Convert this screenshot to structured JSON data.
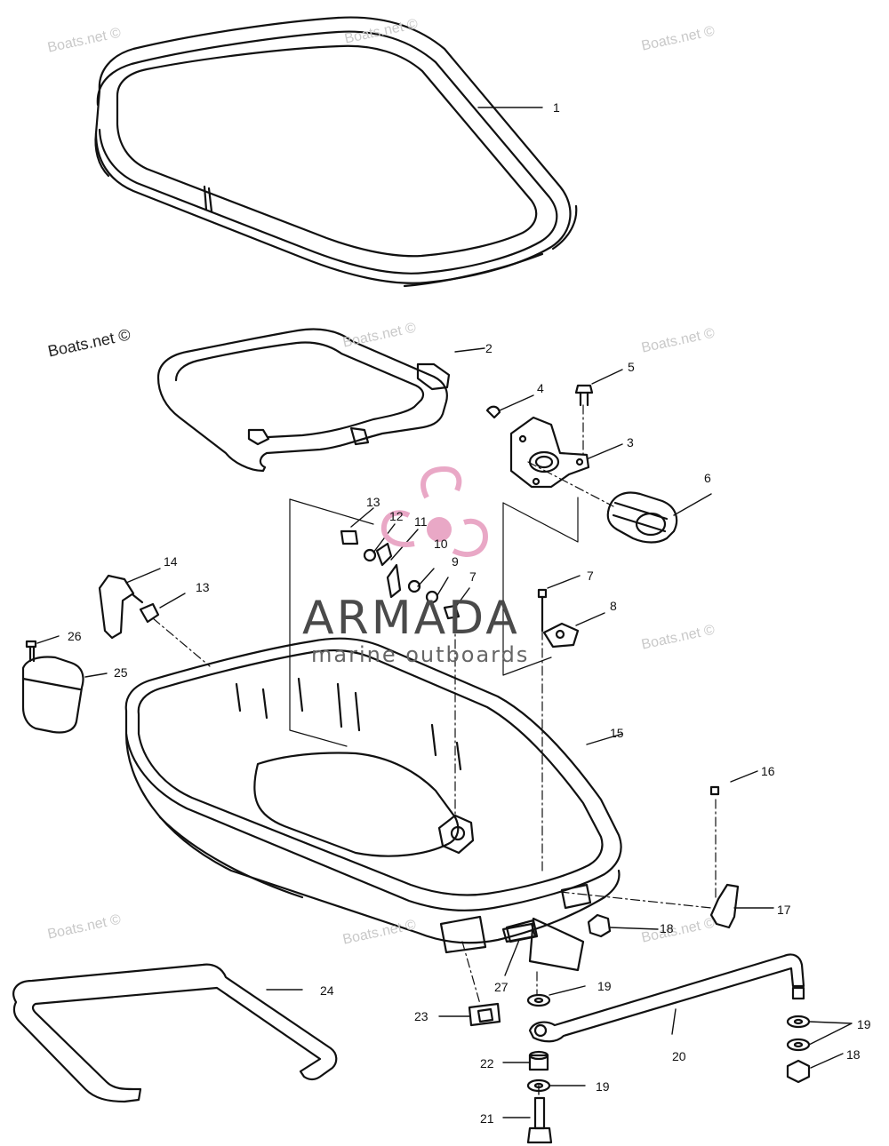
{
  "watermark": "Boats.net ©",
  "brand": {
    "name": "ARMADA",
    "tagline": "marine outboards",
    "accent_color": "#e9a8c6"
  },
  "callouts": [
    {
      "id": "c1",
      "label": "1"
    },
    {
      "id": "c2",
      "label": "2"
    },
    {
      "id": "c3",
      "label": "3"
    },
    {
      "id": "c4",
      "label": "4"
    },
    {
      "id": "c5",
      "label": "5"
    },
    {
      "id": "c6",
      "label": "6"
    },
    {
      "id": "c7a",
      "label": "7"
    },
    {
      "id": "c7b",
      "label": "7"
    },
    {
      "id": "c8",
      "label": "8"
    },
    {
      "id": "c9",
      "label": "9"
    },
    {
      "id": "c10",
      "label": "10"
    },
    {
      "id": "c11",
      "label": "11"
    },
    {
      "id": "c12",
      "label": "12"
    },
    {
      "id": "c13a",
      "label": "13"
    },
    {
      "id": "c13b",
      "label": "13"
    },
    {
      "id": "c14",
      "label": "14"
    },
    {
      "id": "c15",
      "label": "15"
    },
    {
      "id": "c16",
      "label": "16"
    },
    {
      "id": "c17",
      "label": "17"
    },
    {
      "id": "c18a",
      "label": "18"
    },
    {
      "id": "c18b",
      "label": "18"
    },
    {
      "id": "c19a",
      "label": "19"
    },
    {
      "id": "c19b",
      "label": "19"
    },
    {
      "id": "c19c",
      "label": "19"
    },
    {
      "id": "c20",
      "label": "20"
    },
    {
      "id": "c21",
      "label": "21"
    },
    {
      "id": "c22",
      "label": "22"
    },
    {
      "id": "c23",
      "label": "23"
    },
    {
      "id": "c24",
      "label": "24"
    },
    {
      "id": "c25",
      "label": "25"
    },
    {
      "id": "c26",
      "label": "26"
    },
    {
      "id": "c27",
      "label": "27"
    }
  ]
}
